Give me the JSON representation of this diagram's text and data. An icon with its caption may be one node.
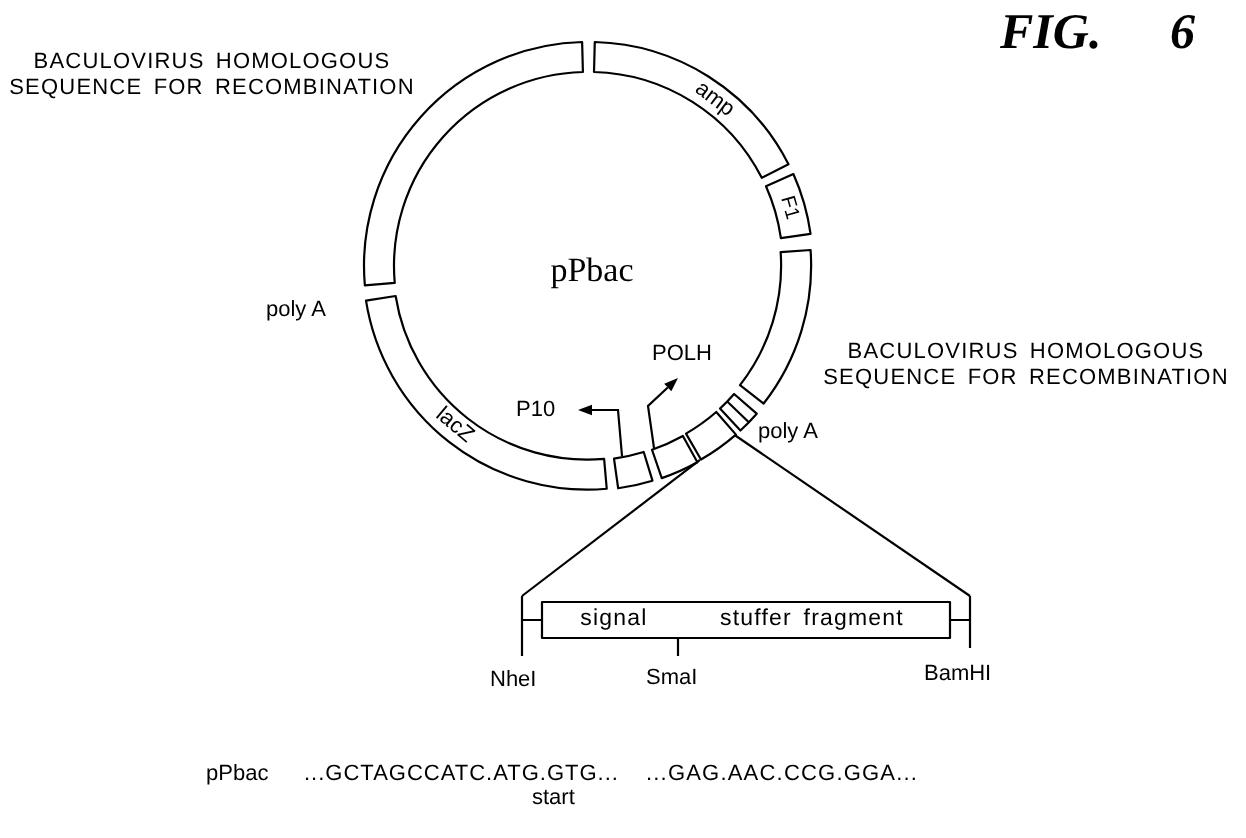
{
  "diagram": {
    "title": "FIG. 6",
    "nodes": [
      {
        "text": [],
        "shape": "box",
        "beside": [
          "BACULOVIRUS HOMOLOGOUS SEQUENCE FOR RECOMBINATION"
        ]
      },
      {
        "text": [
          "amp"
        ]
      },
      {
        "text": [
          "F1"
        ]
      },
      {
        "text": [],
        "shape": "box",
        "beside": [
          "BACULOVIRUS HOMOLOGOUS SEQUENCE FOR RECOMBINATION"
        ]
      },
      {
        "text": [],
        "shape": "bar",
        "beside": [
          "poly A"
        ]
      },
      {
        "text": [],
        "shape": "box"
      },
      {
        "text": [],
        "shape": "box"
      },
      {
        "text": [],
        "shape": "box"
      },
      {
        "text": [
          "lacZ"
        ]
      },
      {
        "text": [
          "signal",
          "stuffer fragment"
        ],
        "beside": [
          "NheI",
          "SmaI",
          "BamHI"
        ]
      }
    ],
    "edges": [
      {
        "from": 5,
        "to": 9,
        "arrow": "none"
      },
      {
        "from": 5,
        "to": 9,
        "arrow": "none"
      }
    ],
    "labels": [
      "pPbac",
      "poly A",
      "POLH",
      "P10",
      "pPbac",
      "...GCTAGCCATC.ATG.GTG...",
      "...GAG.AAC.CCG.GGA...",
      "start"
    ]
  }
}
